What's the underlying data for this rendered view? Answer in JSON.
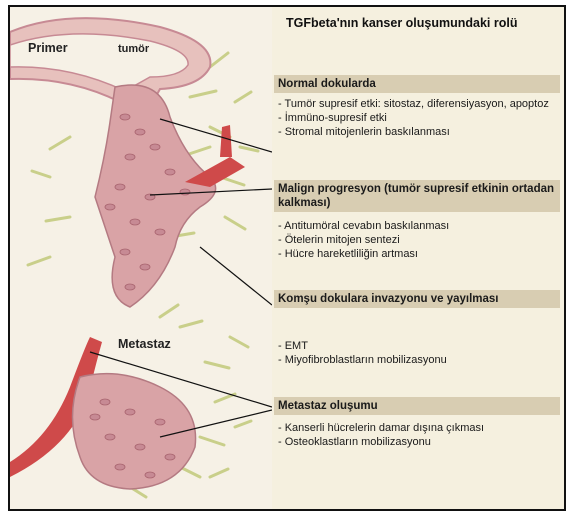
{
  "title": "TGFbeta'nın kanser oluşumundaki rolü",
  "labels": {
    "primer": "Primer",
    "tumor": "tumör",
    "metastaz": "Metastaz"
  },
  "sections": [
    {
      "heading": "Normal dokularda",
      "items": [
        "- Tumör supresif etki: sitostaz, diferensiyasyon, apoptoz",
        "- İmmüno-supresif etki",
        "- Stromal mitojenlerin baskılanması"
      ]
    },
    {
      "heading": "Malign progresyon (tumör supresif etkinin ortadan kalkması)",
      "items": [
        "- Antitumöral cevabın baskılanması",
        "- Ötelerin mitojen sentezi",
        "- Hücre hareketliliğin artması"
      ]
    },
    {
      "heading": "Komşu dokulara invazyonu ve yayılması",
      "items": [
        "- EMT",
        "- Miyofibroblastların mobilizasyonu"
      ]
    },
    {
      "heading": "Metastaz oluşumu",
      "items": [
        "- Kanserli hücrelerin damar dışına çıkması",
        "- Osteoklastların mobilizasyonu"
      ]
    }
  ],
  "colors": {
    "cell": "#c78a94",
    "vessel": "#cf4a4a",
    "fiber": "#c9cf8a",
    "header": "#d8cdb2"
  }
}
